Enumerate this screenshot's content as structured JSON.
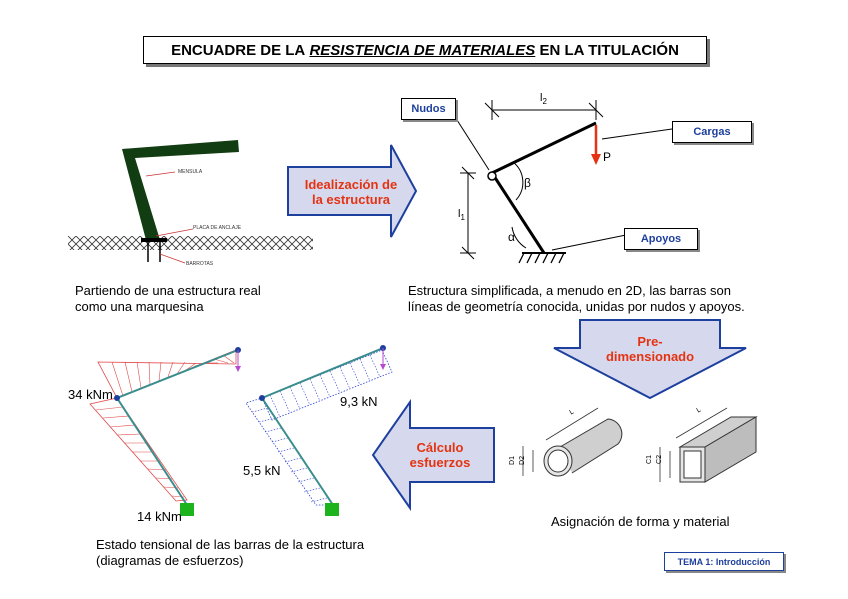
{
  "title": {
    "prefix": "ENCUADRE DE LA ",
    "emphasis": "RESISTENCIA DE MATERIALES",
    "suffix": " EN LA TITULACIÓN"
  },
  "real_structure": {
    "label_mensula": "MENSULA",
    "label_placa": "PLACA DE ANCLAJE",
    "label_barrotas": "BARROTAS"
  },
  "captions": {
    "real_line1": "Partiendo de una estructura real",
    "real_line2": "como una marquesina",
    "simplified_line1": "Estructura simplificada, a menudo en 2D, las barras son",
    "simplified_line2": "líneas de geometría conocida, unidas por nudos y apoyos.",
    "shape": "Asignación de forma y material",
    "stress_line1": "Estado tensional de las barras de la estructura",
    "stress_line2": "(diagramas de esfuerzos)"
  },
  "arrows": {
    "idealizacion_line1": "Idealización de",
    "idealizacion_line2": "la estructura",
    "predim_line1": "Pre-",
    "predim_line2": "dimensionado",
    "calculo_line1": "Cálculo",
    "calculo_line2": "esfuerzos"
  },
  "tags": {
    "nudos": "Nudos",
    "cargas": "Cargas",
    "apoyos": "Apoyos"
  },
  "diagram_labels": {
    "l2": "l",
    "l2_sub": "2",
    "l1": "l",
    "l1_sub": "1",
    "p": "P",
    "beta": "β",
    "alpha": "α"
  },
  "section_labels": {
    "l_tube": "L",
    "d1": "D1",
    "d2": "D2",
    "l_box": "L",
    "c1": "C1",
    "c2": "C2"
  },
  "results": {
    "m_knee": "34 kNm",
    "m_base": "14 kNm",
    "v_beam": "9,3 kN",
    "v_column": "5,5 kN"
  },
  "topic": "TEMA 1: Introducción",
  "colors": {
    "accent_blue": "#1d3f9e",
    "accent_red": "#e53312",
    "arrow_fill": "#d6d9ee",
    "frame_green": "#123d12"
  }
}
